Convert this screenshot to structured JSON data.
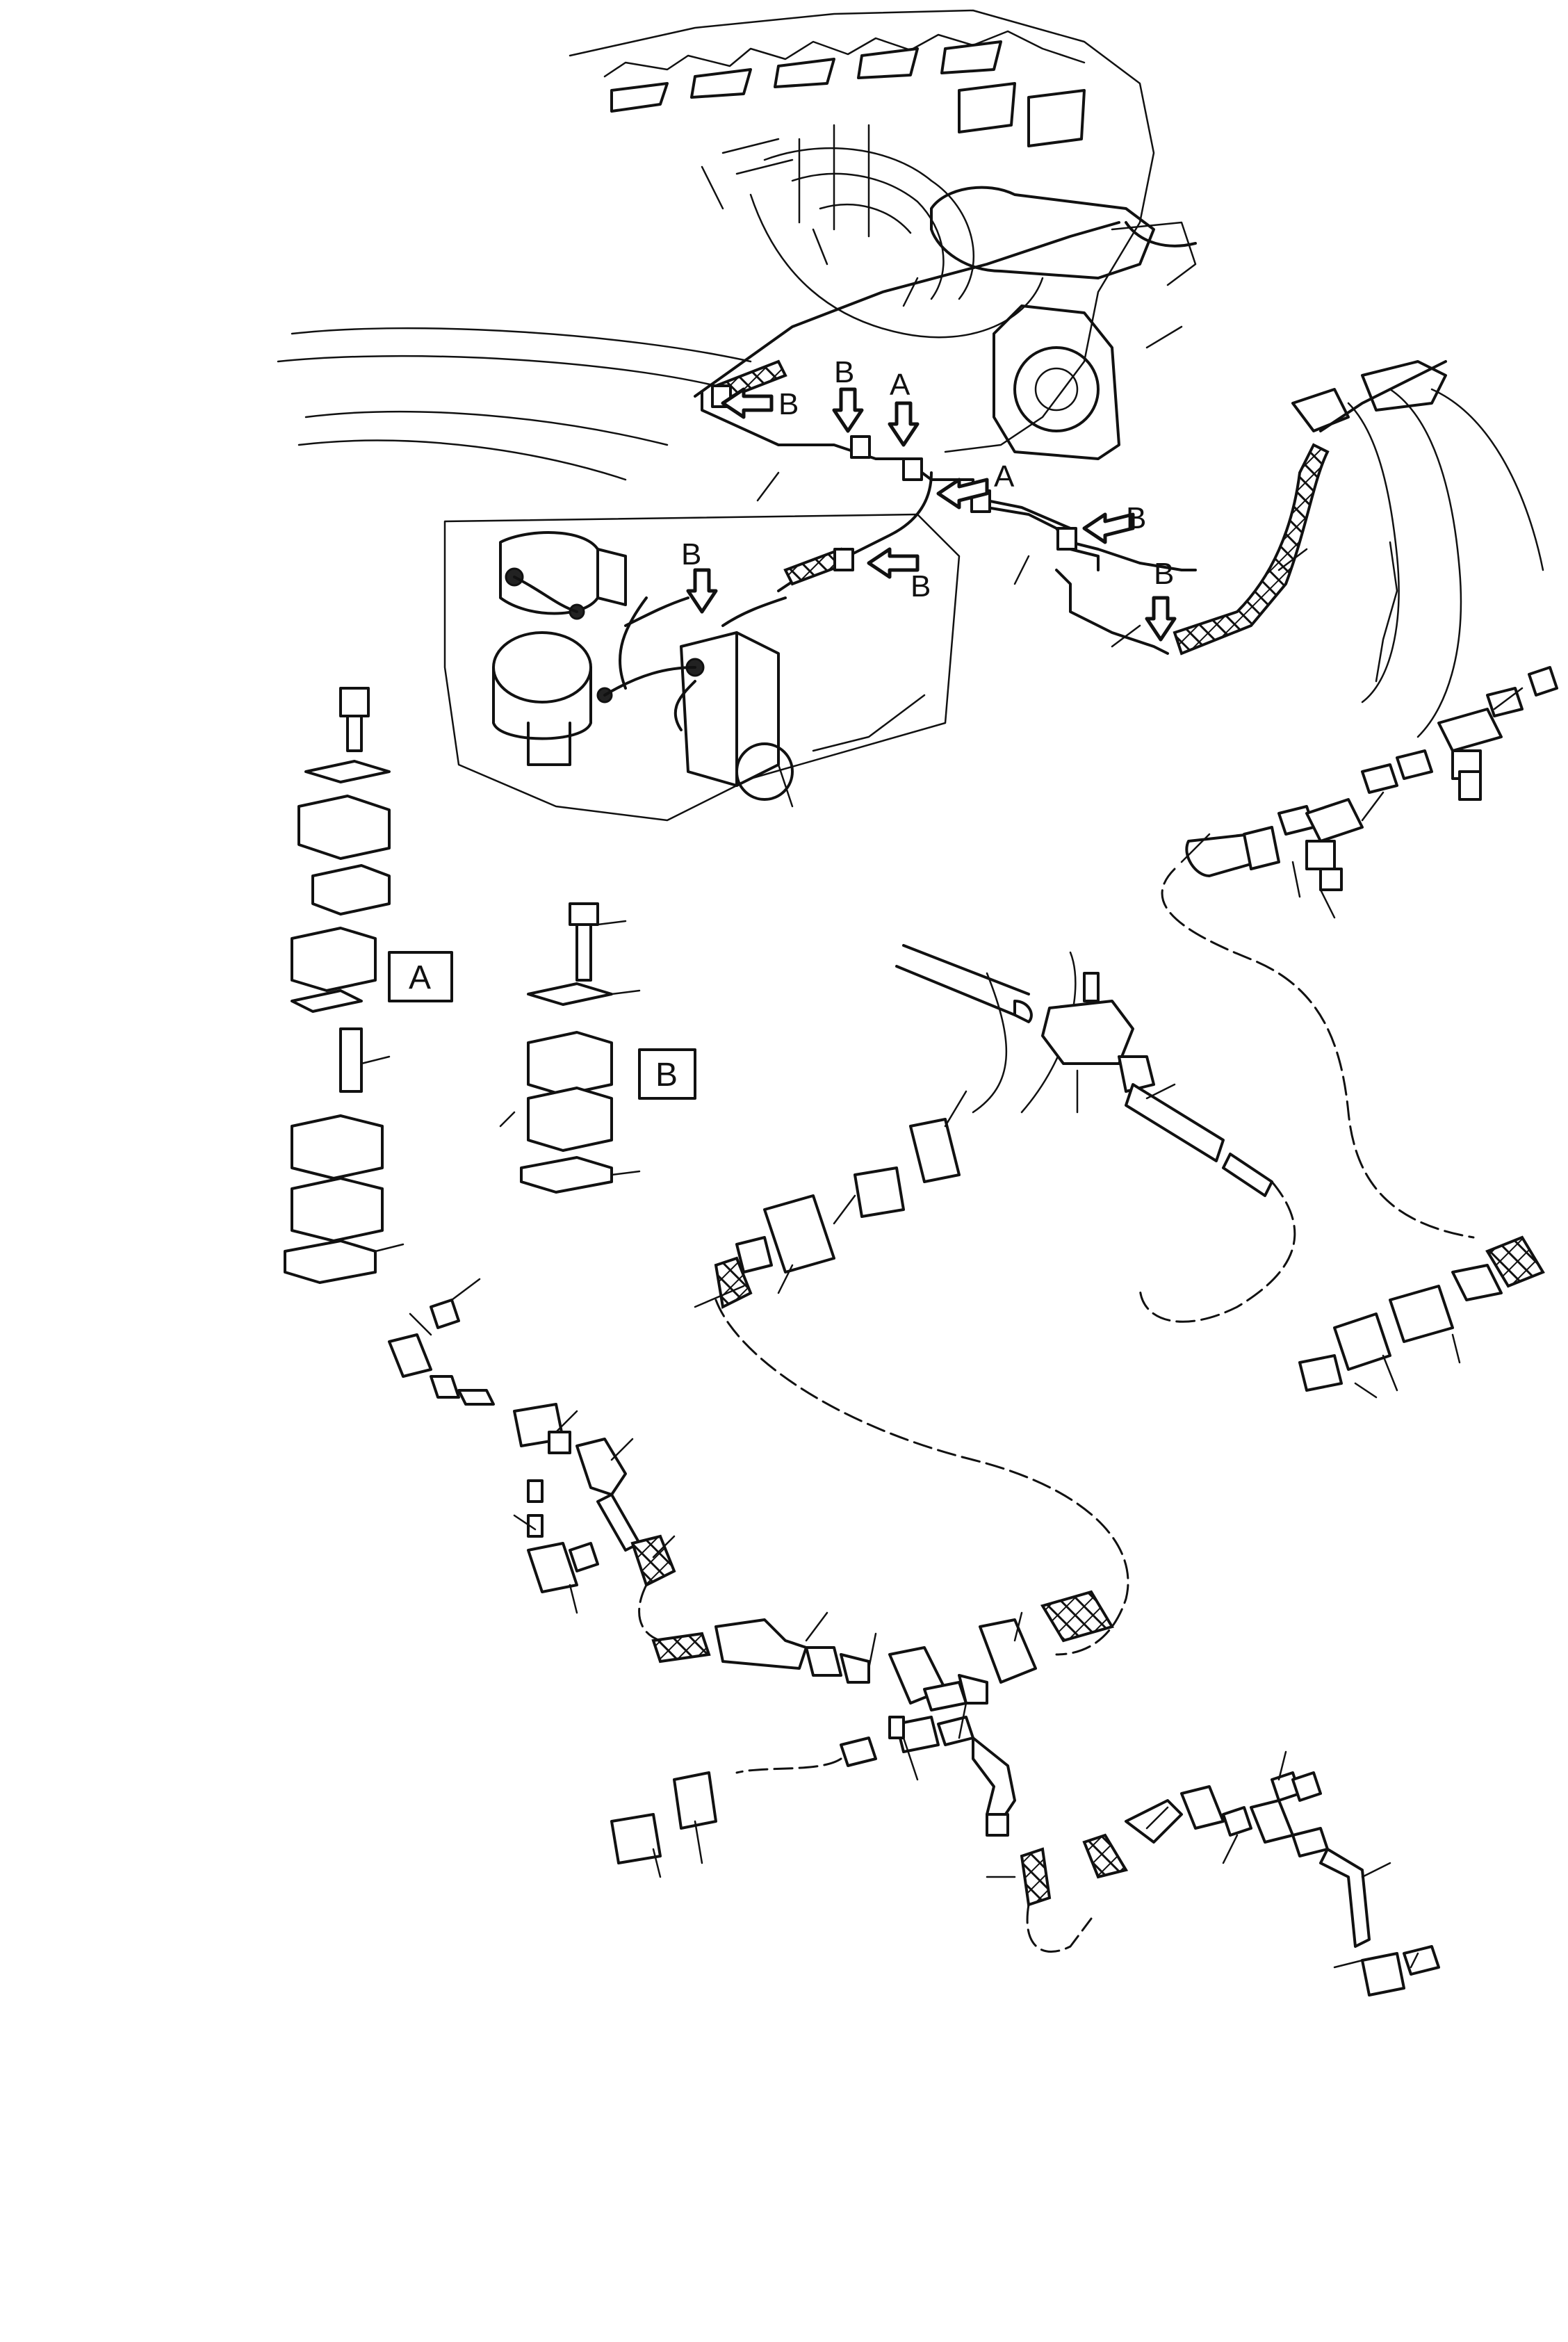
{
  "labels": {
    "clamp_a": "A",
    "clamp_b": "B",
    "box_a": "A",
    "box_b": "B"
  },
  "icons": {
    "clamp_arrow": "hollow-arrow-icon"
  }
}
